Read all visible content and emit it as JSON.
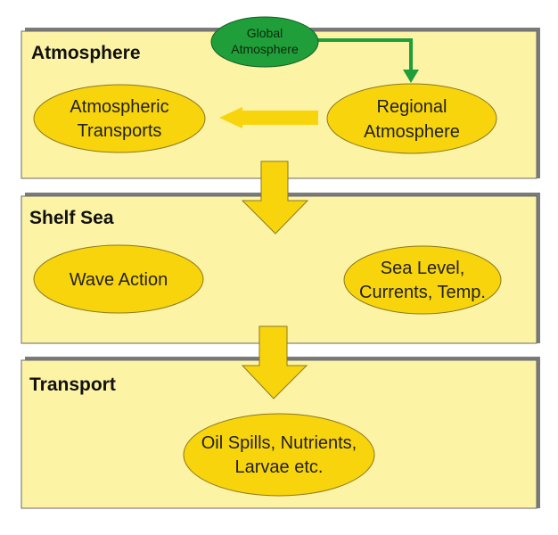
{
  "colors": {
    "panel": "#fcf3a5",
    "node": "#f8d40c",
    "arrow": "#f8d40c",
    "global_node": "#1f9e3a",
    "connector": "#1f9e3a",
    "shadow": "#7a7a7a"
  },
  "global_node": {
    "line1": "Global",
    "line2": "Atmosphere"
  },
  "panels": [
    {
      "title": "Atmosphere",
      "nodes": [
        {
          "line1": "Atmospheric",
          "line2": "Transports"
        },
        {
          "line1": "Regional",
          "line2": "Atmosphere"
        }
      ]
    },
    {
      "title": "Shelf Sea",
      "nodes": [
        {
          "line1": "Wave Action"
        },
        {
          "line1": "Sea Level,",
          "line2": "Currents, Temp."
        }
      ]
    },
    {
      "title": "Transport",
      "nodes": [
        {
          "line1": "Oil Spills, Nutrients,",
          "line2": "Larvae etc."
        }
      ]
    }
  ]
}
